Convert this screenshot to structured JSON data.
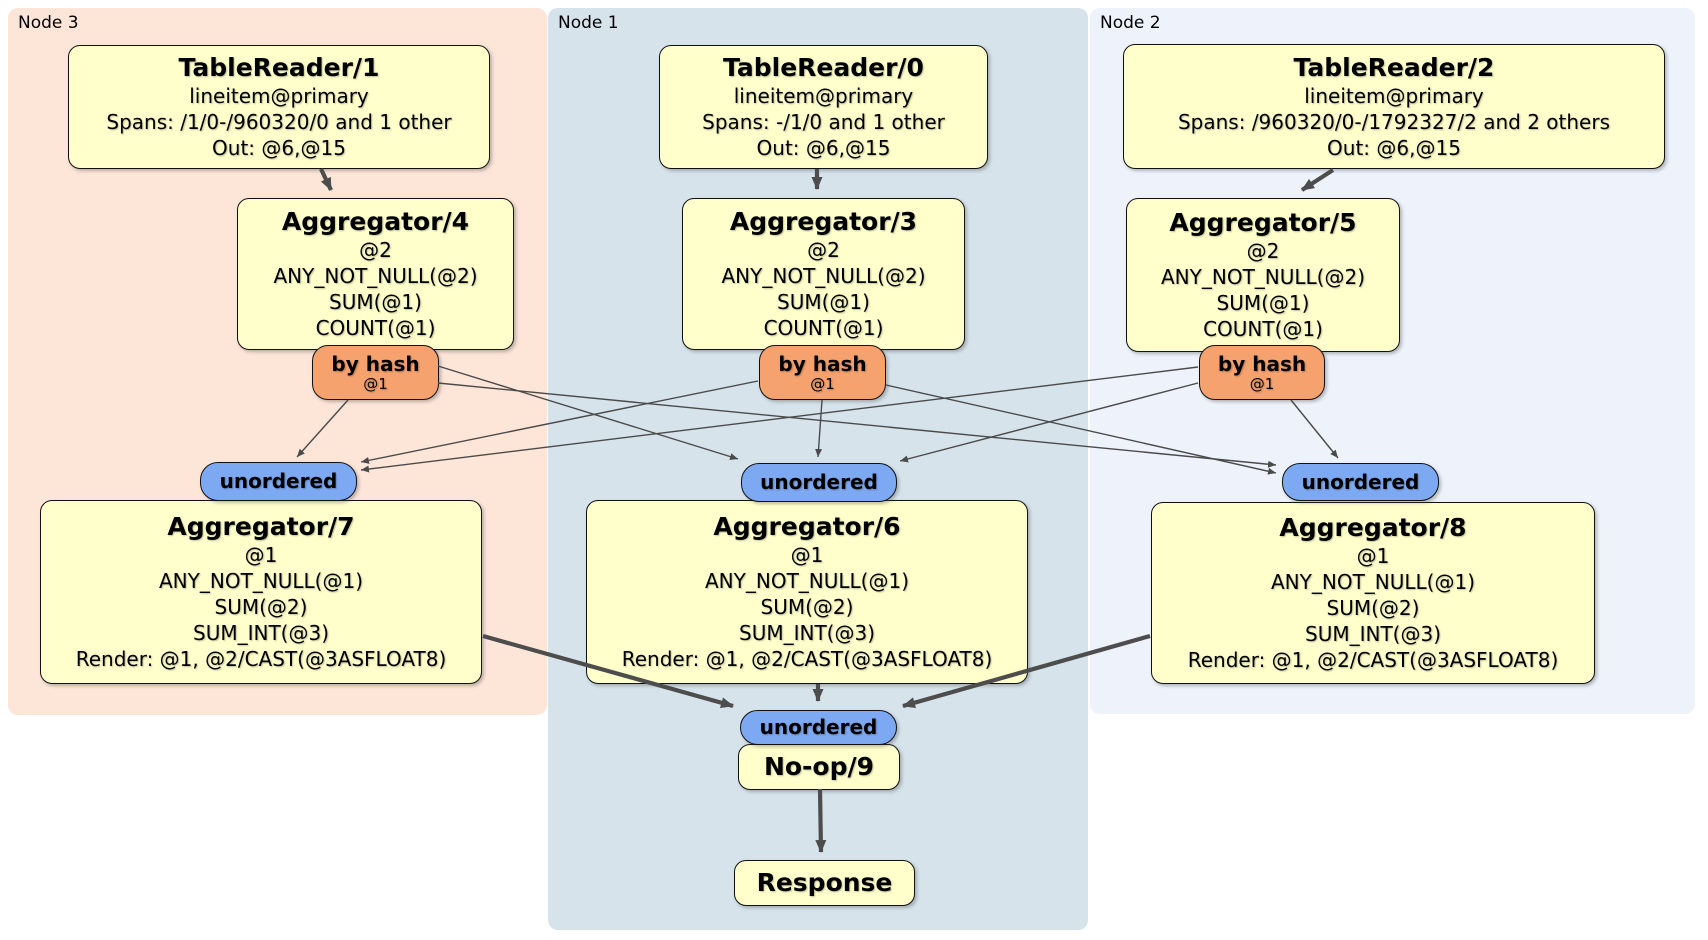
{
  "regions": [
    {
      "label": "Node 3"
    },
    {
      "label": "Node 1"
    },
    {
      "label": "Node 2"
    }
  ],
  "processors": {
    "tr1": {
      "title": "TableReader/1",
      "lines": [
        "lineitem@primary",
        "Spans: /1/0-/960320/0 and 1 other",
        "Out: @6,@15"
      ]
    },
    "tr0": {
      "title": "TableReader/0",
      "lines": [
        "lineitem@primary",
        "Spans: -/1/0 and 1 other",
        "Out: @6,@15"
      ]
    },
    "tr2": {
      "title": "TableReader/2",
      "lines": [
        "lineitem@primary",
        "Spans: /960320/0-/1792327/2 and 2 others",
        "Out: @6,@15"
      ]
    },
    "agg4": {
      "title": "Aggregator/4",
      "lines": [
        "@2",
        "ANY_NOT_NULL(@2)",
        "SUM(@1)",
        "COUNT(@1)"
      ]
    },
    "agg3": {
      "title": "Aggregator/3",
      "lines": [
        "@2",
        "ANY_NOT_NULL(@2)",
        "SUM(@1)",
        "COUNT(@1)"
      ]
    },
    "agg5": {
      "title": "Aggregator/5",
      "lines": [
        "@2",
        "ANY_NOT_NULL(@2)",
        "SUM(@1)",
        "COUNT(@1)"
      ]
    },
    "agg7": {
      "title": "Aggregator/7",
      "lines": [
        "@1",
        "ANY_NOT_NULL(@1)",
        "SUM(@2)",
        "SUM_INT(@3)",
        "Render: @1, @2/CAST(@3ASFLOAT8)"
      ]
    },
    "agg6": {
      "title": "Aggregator/6",
      "lines": [
        "@1",
        "ANY_NOT_NULL(@1)",
        "SUM(@2)",
        "SUM_INT(@3)",
        "Render: @1, @2/CAST(@3ASFLOAT8)"
      ]
    },
    "agg8": {
      "title": "Aggregator/8",
      "lines": [
        "@1",
        "ANY_NOT_NULL(@1)",
        "SUM(@2)",
        "SUM_INT(@3)",
        "Render: @1, @2/CAST(@3ASFLOAT8)"
      ]
    },
    "noop": {
      "title": "No-op/9"
    },
    "response": {
      "title": "Response"
    }
  },
  "routers": {
    "hash": {
      "label": "by hash",
      "detail": "@1"
    },
    "unordered": {
      "label": "unordered"
    }
  },
  "colors": {
    "node3_bg": "#fde5d8",
    "node1_bg": "#d6e3eb",
    "node2_bg": "#edf2fb",
    "box_fill": "#ffffcc",
    "box_border": "#111111",
    "hash_router_fill": "#f5a26e",
    "unordered_fill": "#7da9f2",
    "edge": "#4a4a4a"
  }
}
